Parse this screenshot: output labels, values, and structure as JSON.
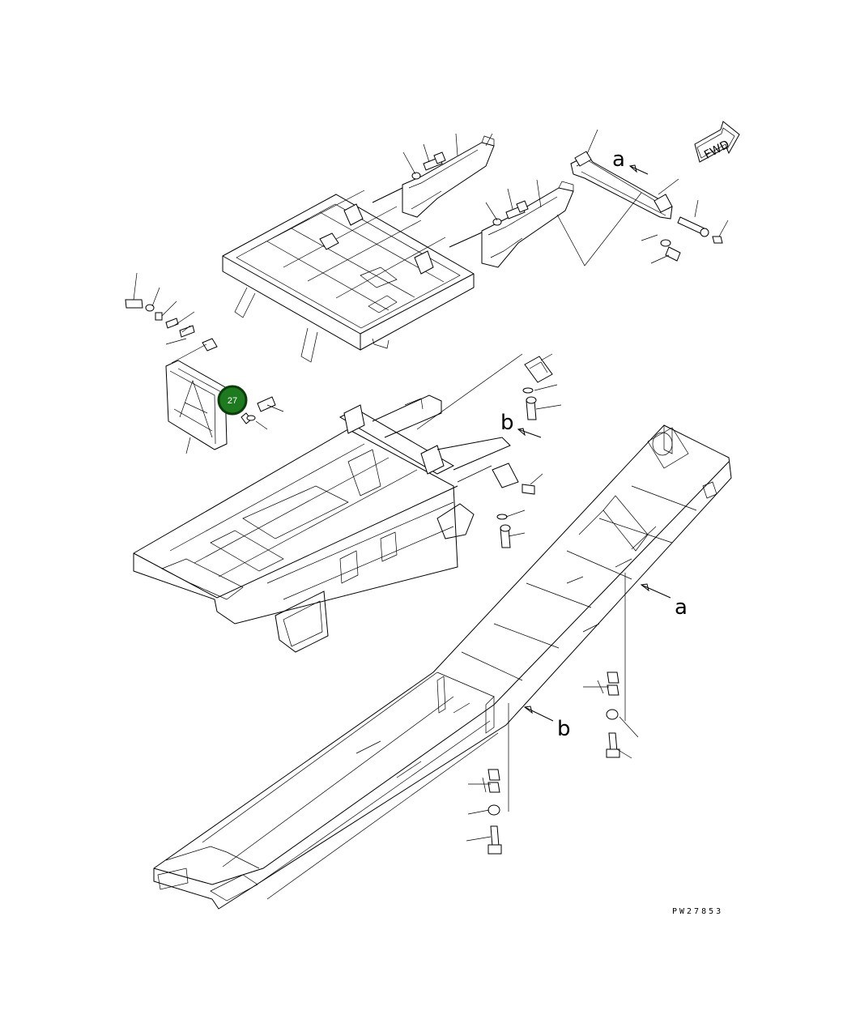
{
  "callout": {
    "number": "27",
    "fill": "#1e7a1e",
    "ring": "#0a3d0a"
  },
  "direction_marker": {
    "text": "FWD"
  },
  "view_labels": {
    "a_top": "a",
    "b_mid": "b",
    "a_right": "a",
    "b_right": "b"
  },
  "drawing_code": "PW27853"
}
